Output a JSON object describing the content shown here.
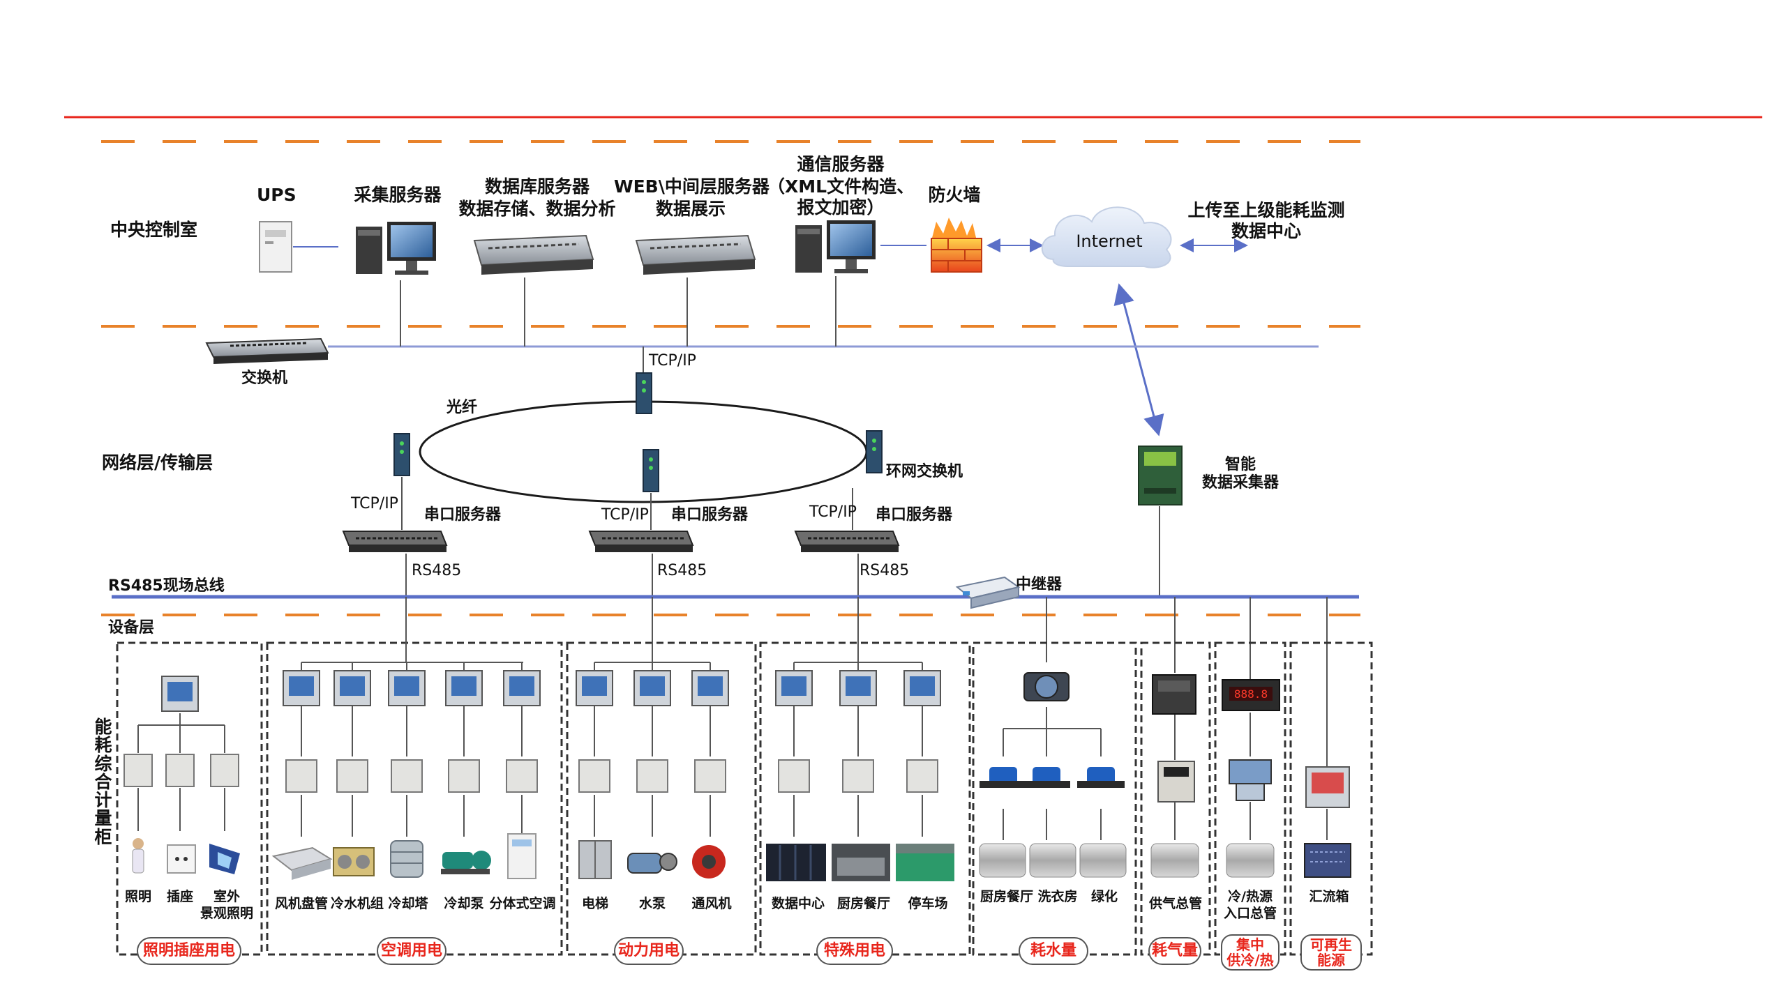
{
  "colors": {
    "accent_red": "#e8261c",
    "dash_orange": "#e8822a",
    "bus_blue": "#5a6fc7",
    "link_gray": "#555555"
  },
  "zones": {
    "central": "中央控制室",
    "network": "网络层/传输层",
    "device": "设备层",
    "cabinet": "能耗综合计量柜"
  },
  "central": {
    "ups": "UPS",
    "collect_server": "采集服务器",
    "db_server_line1": "数据库服务器",
    "db_server_line2": "数据存储、数据分析",
    "web_server_line1": "WEB\\中间层服务器",
    "web_server_line2": "数据展示",
    "comm_server_line1": "通信服务器",
    "comm_server_line2": "（XML文件构造、",
    "comm_server_line3": "报文加密）",
    "firewall": "防火墙",
    "internet": "Internet",
    "upload_line1": "上传至上级能耗监测",
    "upload_line2": "数据中心",
    "switch": "交换机"
  },
  "network": {
    "tcpip_top": "TCP/IP",
    "fiber": "光纤",
    "ring_switch": "环网交换机",
    "tcpip": "TCP/IP",
    "serial_server": "串口服务器",
    "rs485": "RS485",
    "smart_collector_line1": "智能",
    "smart_collector_line2": "数据采集器"
  },
  "bus": {
    "rs485_bus": "RS485现场总线",
    "repeater": "中继器"
  },
  "devices": {
    "lighting": [
      "照明",
      "插座"
    ],
    "lighting_outdoor_line1": "室外",
    "lighting_outdoor_line2": "景观照明",
    "hvac": [
      "风机盘管",
      "冷水机组",
      "冷却塔",
      "冷却泵",
      "分体式空调"
    ],
    "power": [
      "电梯",
      "水泵",
      "通风机"
    ],
    "special": [
      "数据中心",
      "厨房餐厅",
      "停车场"
    ],
    "water": [
      "厨房餐厅",
      "洗衣房",
      "绿化"
    ],
    "gas": "供气总管",
    "heat_line1": "冷/热源",
    "heat_line2": "入口总管",
    "renewable": "汇流箱"
  },
  "categories": {
    "lighting": "照明插座用电",
    "hvac": "空调用电",
    "power": "动力用电",
    "special": "特殊用电",
    "water": "耗水量",
    "gas": "耗气量",
    "heat_line1": "集中",
    "heat_line2": "供冷/热",
    "renew_line1": "可再生",
    "renew_line2": "能源"
  }
}
